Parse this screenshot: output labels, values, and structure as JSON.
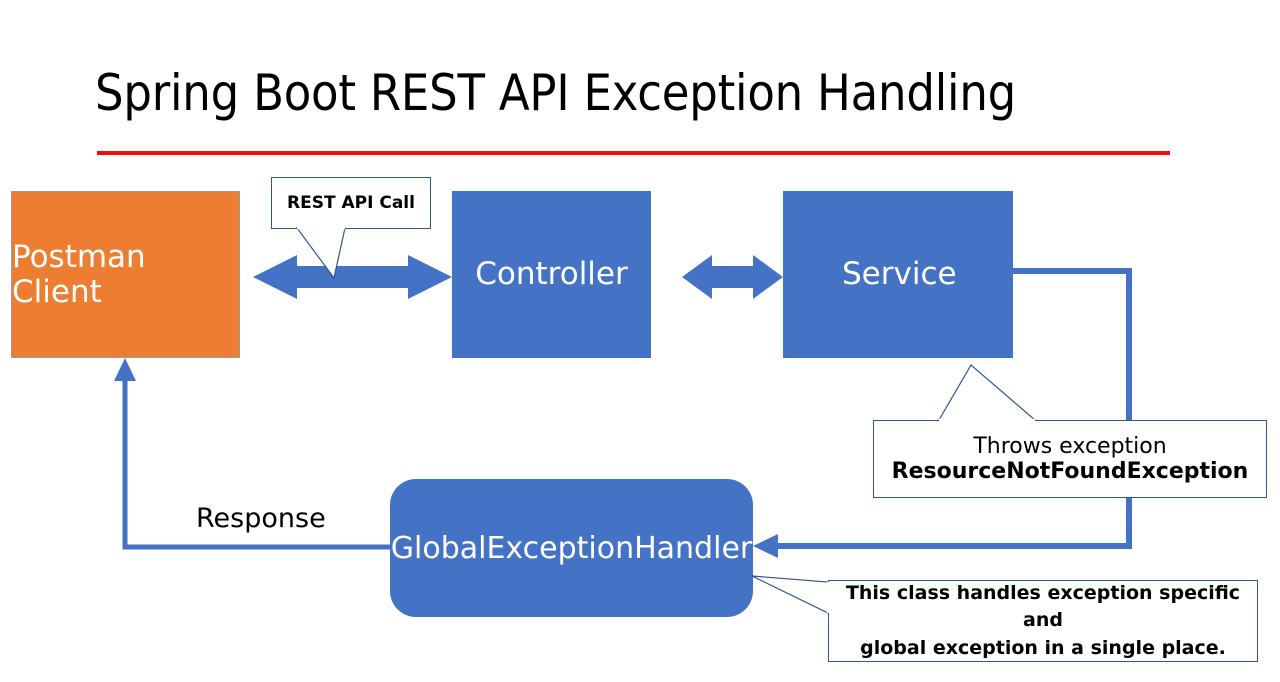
{
  "slide": {
    "title": "Spring Boot REST API Exception Handling",
    "rule_color": "#F20D0D",
    "background": "#ffffff"
  },
  "palette": {
    "client_box": "#ED7D31",
    "component_box": "#4472C4",
    "arrow": "#4472C4",
    "connector_line": "#4472C4",
    "callout_border": "#2F5597",
    "node_text": "#ffffff",
    "callout_text": "#000000"
  },
  "nodes": [
    {
      "id": "postman",
      "label": "Postman Client",
      "shape": "rectangle",
      "fill": "#ED7D31"
    },
    {
      "id": "controller",
      "label": "Controller",
      "shape": "rectangle",
      "fill": "#4472C4"
    },
    {
      "id": "service",
      "label": "Service",
      "shape": "rectangle",
      "fill": "#4472C4"
    },
    {
      "id": "geh",
      "label": "GlobalExceptionHandler",
      "shape": "rounded-rectangle",
      "fill": "#4472C4"
    }
  ],
  "callouts": [
    {
      "id": "rest-api-call",
      "lines": [
        "REST API Call"
      ],
      "bold": [
        true
      ],
      "points_to": "arrow-postman-controller"
    },
    {
      "id": "throws-exception",
      "lines": [
        "Throws exception",
        "ResourceNotFoundException"
      ],
      "bold": [
        false,
        true
      ],
      "points_to": "service"
    },
    {
      "id": "handles-exception",
      "lines": [
        "This class handles exception specific and",
        "global exception in a single place."
      ],
      "bold": [
        true,
        true
      ],
      "points_to": "geh"
    }
  ],
  "connectors": [
    {
      "id": "postman-controller",
      "from": "postman",
      "to": "controller",
      "style": "double-headed-block-arrow",
      "label": ""
    },
    {
      "id": "controller-service",
      "from": "controller",
      "to": "service",
      "style": "double-headed-block-arrow",
      "label": ""
    },
    {
      "id": "service-geh",
      "from": "service",
      "to": "geh",
      "style": "elbow-line-arrow",
      "label": ""
    },
    {
      "id": "geh-postman",
      "from": "geh",
      "to": "postman",
      "style": "elbow-line-arrow",
      "label": "Response"
    }
  ],
  "labels": {
    "response": "Response"
  }
}
